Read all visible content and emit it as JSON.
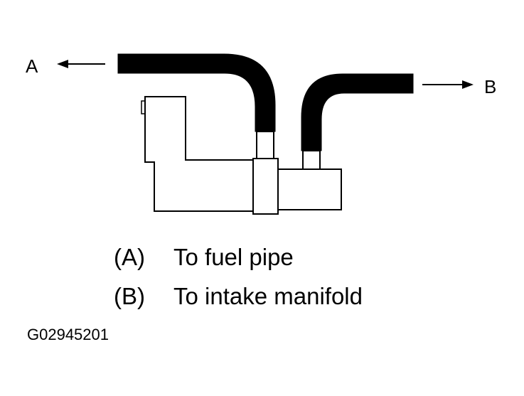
{
  "labels": {
    "a": "A",
    "b": "B"
  },
  "legend": [
    {
      "code": "(A)",
      "text": "To fuel pipe"
    },
    {
      "code": "(B)",
      "text": "To intake manifold"
    }
  ],
  "figure_id": "G02945201"
}
